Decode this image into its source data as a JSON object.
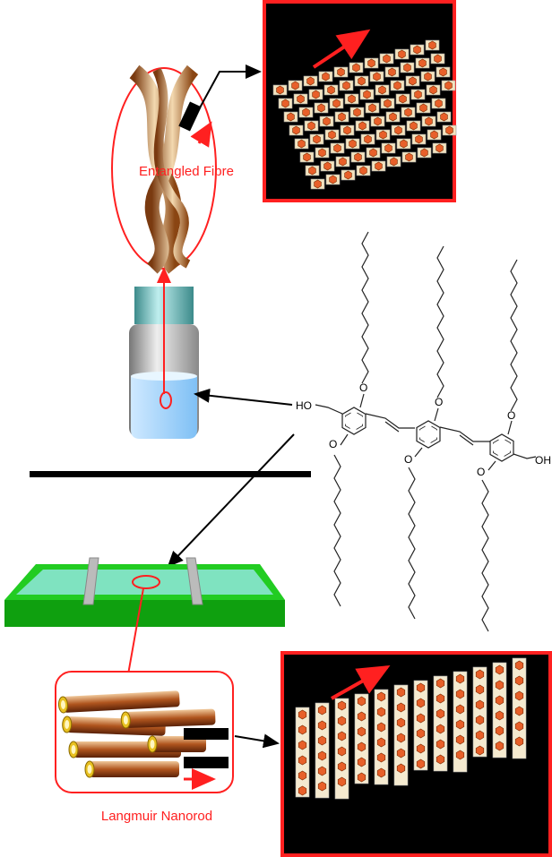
{
  "labels": {
    "entangled_fibre": "Entangled Fibre",
    "langmuir_nanorod": "Langmuir Nanorod"
  },
  "molecule": {
    "left_hydroxyl": "HO",
    "right_hydroxyl": "OH",
    "oxygen": "O"
  },
  "colors": {
    "accent_red": "#ff2020",
    "trough_green": "#22cc22",
    "water": "#7fe3c0",
    "vial_liquid": "#a8d8ff",
    "rod_orange": "#e8602a"
  }
}
